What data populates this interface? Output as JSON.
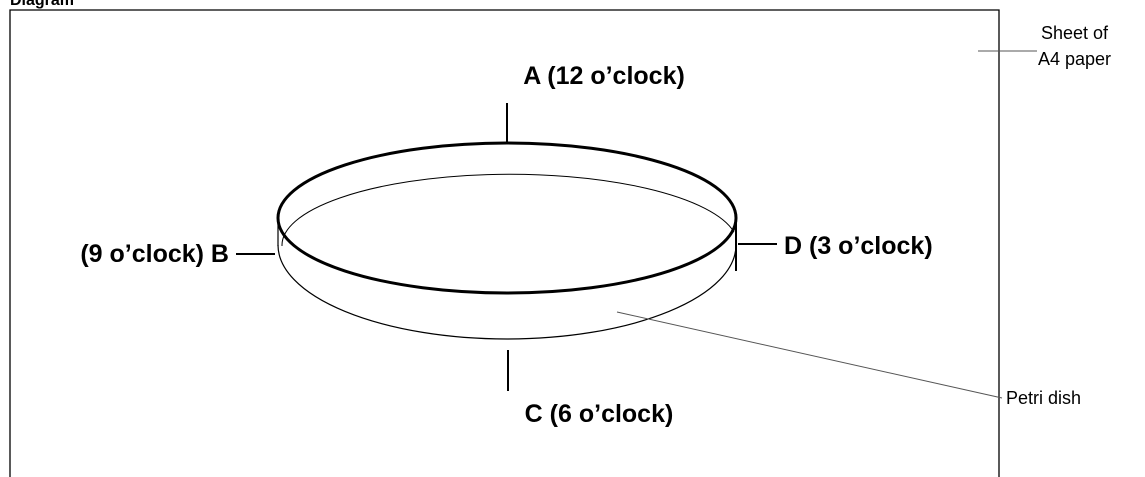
{
  "figure": {
    "heading": "Diagram"
  },
  "labels": {
    "top": "A (12 o’clock)",
    "left": "(9 o’clock) B",
    "right": "D (3 o’clock)",
    "bottom": "C (6 o’clock)"
  },
  "callouts": {
    "paper_line1": "Sheet of",
    "paper_line2": "A4 paper",
    "dish": "Petri dish"
  },
  "colors": {
    "stroke": "#000000",
    "background": "#ffffff",
    "callout_line": "#555555"
  }
}
